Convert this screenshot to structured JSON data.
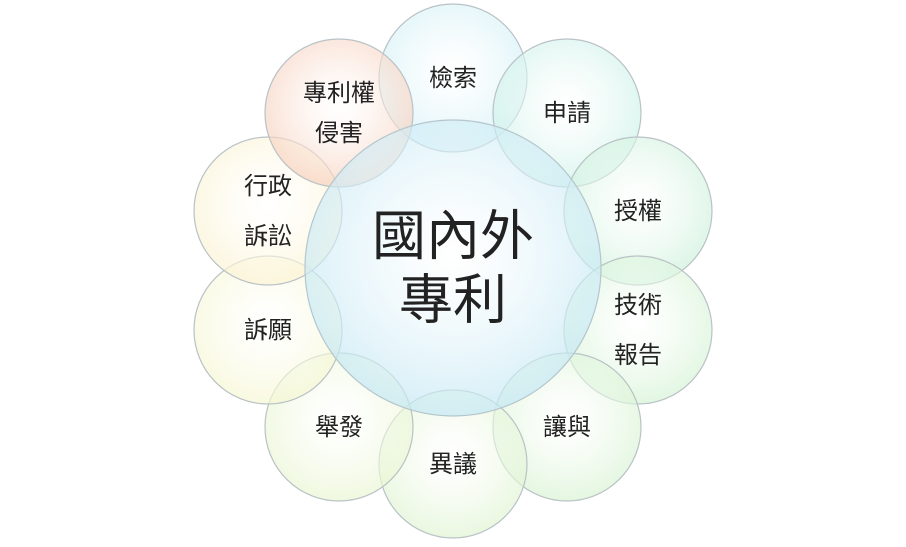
{
  "center": {
    "lines": [
      "國內外",
      "專利"
    ],
    "color": "#bfe6f3"
  },
  "petals": [
    {
      "id": "search",
      "lines": [
        "檢索"
      ],
      "color": "#cdeef5"
    },
    {
      "id": "apply",
      "lines": [
        "申請"
      ],
      "color": "#c8f0e6"
    },
    {
      "id": "grant",
      "lines": [
        "授權"
      ],
      "color": "#c9f0d8"
    },
    {
      "id": "tech-report",
      "lines": [
        "技術",
        "報告"
      ],
      "color": "#d2f2d2"
    },
    {
      "id": "transfer",
      "lines": [
        "讓與"
      ],
      "color": "#d6f2d0"
    },
    {
      "id": "opposition",
      "lines": [
        "異議"
      ],
      "color": "#def3cf"
    },
    {
      "id": "report",
      "lines": [
        "舉發"
      ],
      "color": "#e8f5cf"
    },
    {
      "id": "appeal",
      "lines": [
        "訴願"
      ],
      "color": "#f5f6cf"
    },
    {
      "id": "admin-suit",
      "lines": [
        "行政",
        "訴訟"
      ],
      "color": "#fbf2cf"
    },
    {
      "id": "infringement",
      "lines": [
        "專利權",
        "侵害"
      ],
      "color": "#f6cdb8"
    }
  ]
}
